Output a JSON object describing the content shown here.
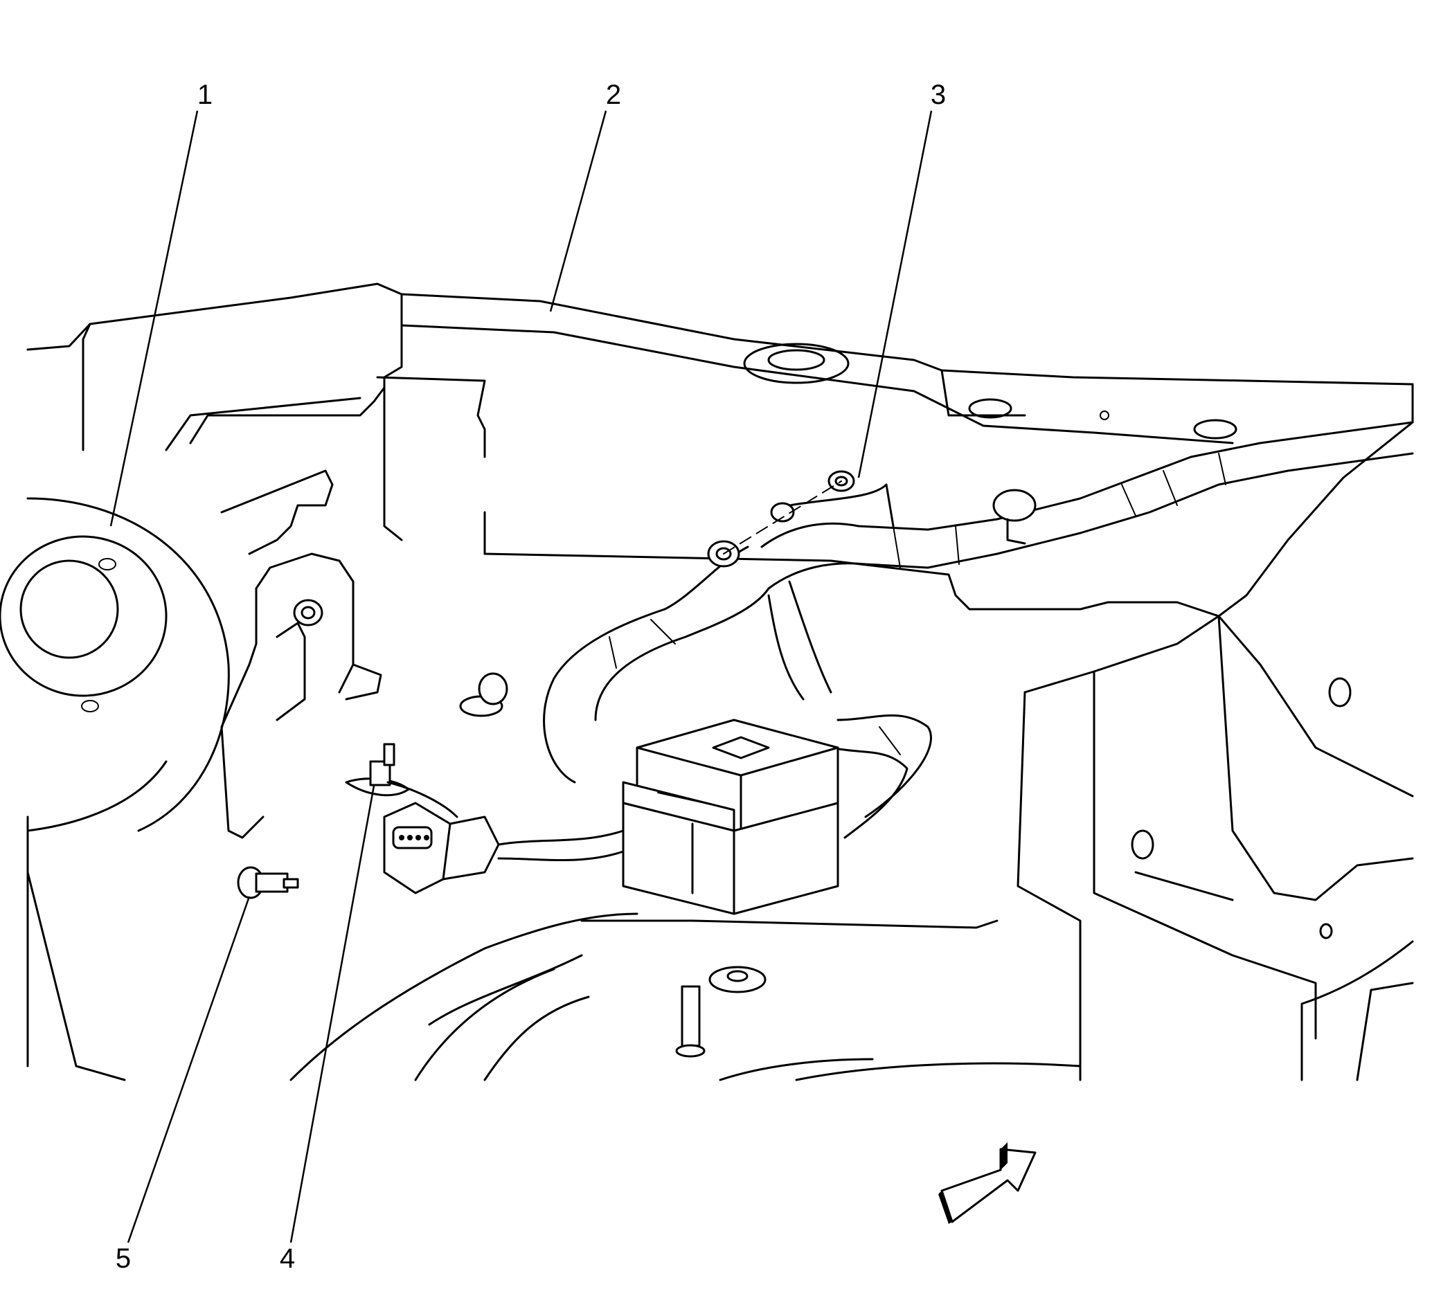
{
  "figure": {
    "callouts": [
      {
        "id": "1",
        "label": "1"
      },
      {
        "id": "2",
        "label": "2"
      },
      {
        "id": "3",
        "label": "3"
      },
      {
        "id": "4",
        "label": "4"
      },
      {
        "id": "5",
        "label": "5"
      }
    ],
    "direction_arrow_icon": "front-direction-arrow-icon"
  }
}
